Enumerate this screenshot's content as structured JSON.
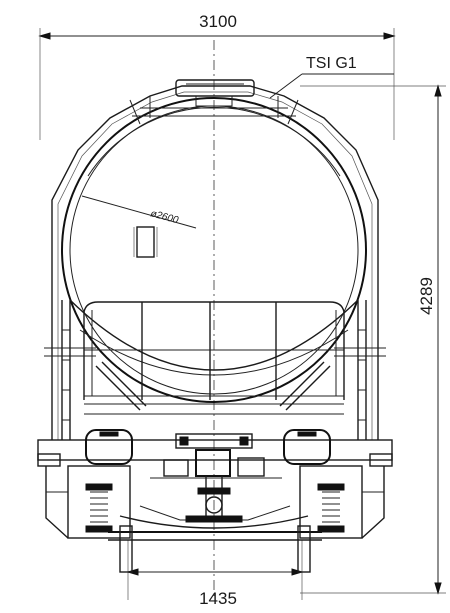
{
  "drawing": {
    "dimensions": {
      "top_width": "3100",
      "bottom_gauge": "1435",
      "height": "4289",
      "tank_diameter": "ø2600"
    },
    "labels": {
      "gauge_profile": "TSI G1"
    }
  }
}
